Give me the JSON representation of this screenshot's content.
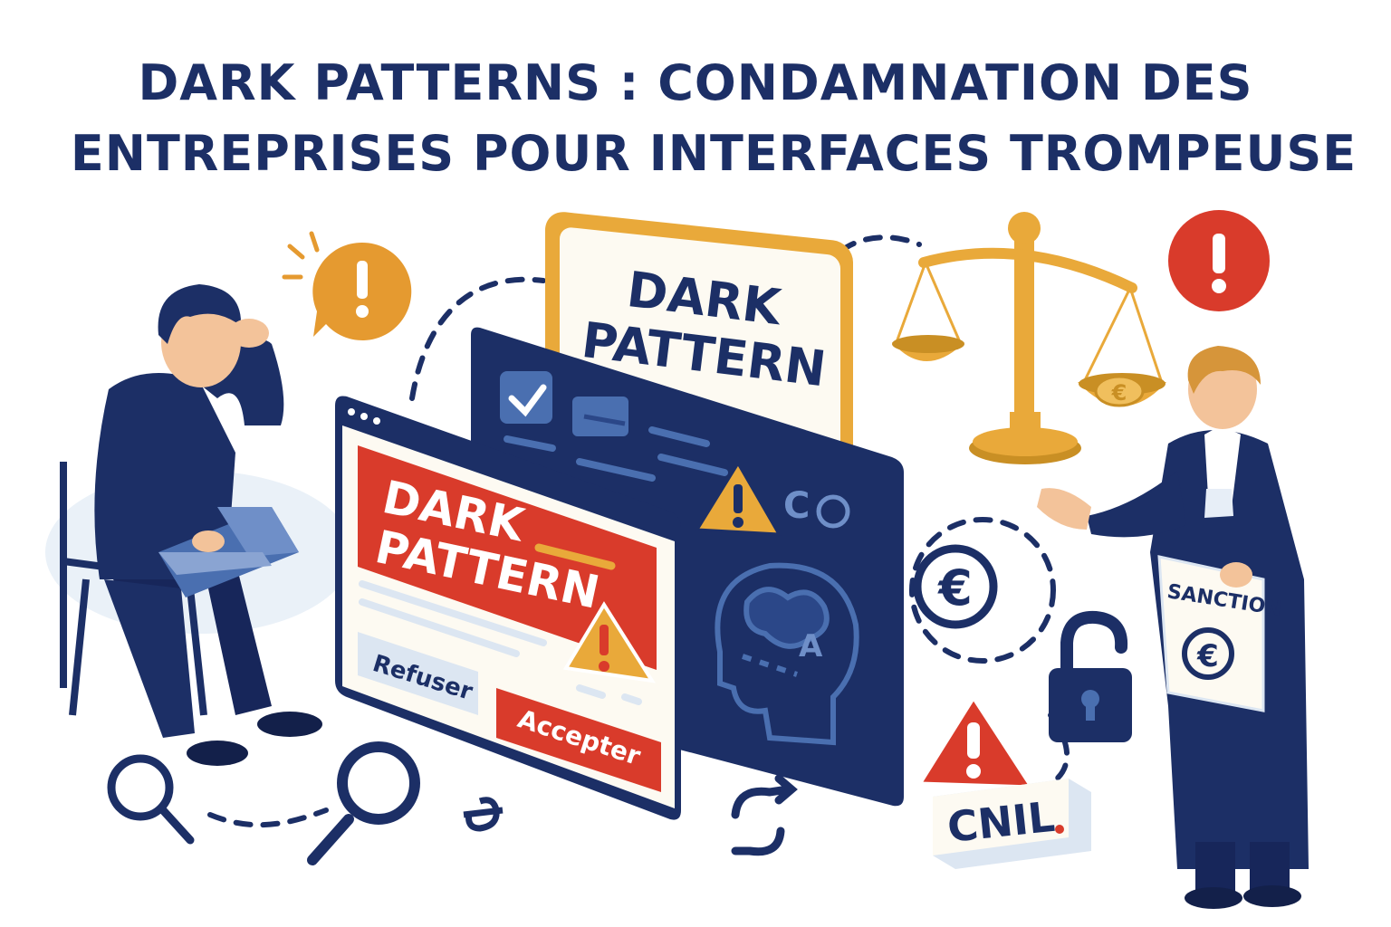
{
  "title": {
    "line1": "DARK PATTERNS : CONDAMNATION DES",
    "line2": "ENTREPRISES POUR INTERFACES TROMPEUSE"
  },
  "yellow_card": {
    "line1": "DARK",
    "line2": "PATTERN"
  },
  "red_banner": {
    "line1": "DARK",
    "line2": "PATTERN"
  },
  "buttons": {
    "refuse": "Refuser",
    "accept": "Accepter"
  },
  "brain_letter": "A",
  "sanction_sign": {
    "label": "SANCTION",
    "symbol": "€"
  },
  "cnil_label": "CNIL",
  "icons": [
    "warning-speech-bubble-icon",
    "checkbox-icon",
    "warning-triangle-icon",
    "brain-head-icon",
    "scales-of-justice-icon",
    "euro-coin-icon",
    "euro-circle-icon",
    "padlock-open-icon",
    "alert-circle-icon",
    "magnifier-icon",
    "refresh-euro-icon"
  ],
  "colors": {
    "navy": "#1c2f66",
    "red": "#d93b2b",
    "gold": "#e9a93a",
    "orange": "#e59a30",
    "paper": "#fdfaf2",
    "skin": "#f3c39a"
  }
}
